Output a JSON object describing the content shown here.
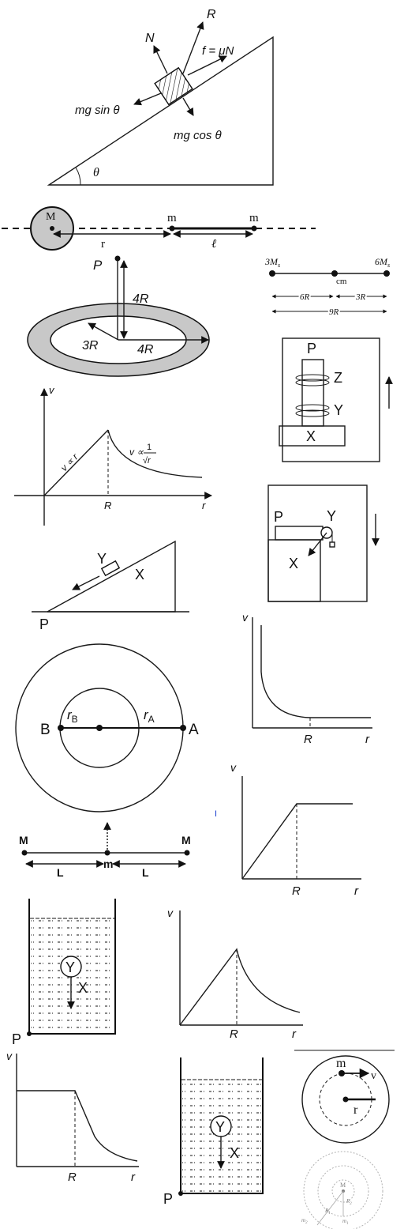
{
  "incline_forces": {
    "force_labels": [
      "R",
      "N",
      "f = μN",
      "mg sin θ",
      "mg cos θ"
    ],
    "angle": "θ"
  },
  "line_masses": {
    "big_mass": "M",
    "small_mass_1": "m",
    "small_mass_2": "m",
    "distance_r": "r",
    "length_l": "ℓ"
  },
  "ring": {
    "point": "P",
    "height": "4R",
    "inner_radius": "3R",
    "outer_radius": "4R"
  },
  "binary_star": {
    "left_mass": "3M",
    "left_sub": "s",
    "right_mass": "6M",
    "right_sub": "s",
    "center": "cm",
    "d1": "6R",
    "d2": "3R",
    "total": "9R"
  },
  "spring_box": {
    "p": "P",
    "z": "Z",
    "y": "Y",
    "x": "X"
  },
  "rotation_curve_1": {
    "v": "v",
    "r": "r",
    "R": "R",
    "rising": "v ∝ r",
    "falling_prefix": "v ∝",
    "falling_num": "1",
    "falling_den": "√r"
  },
  "pulley_box": {
    "p": "P",
    "y": "Y",
    "x": "X"
  },
  "incline_block": {
    "y": "Y",
    "x": "X",
    "p": "P"
  },
  "circles": {
    "b": "B",
    "a": "A",
    "rb_main": "r",
    "rb_sub": "B",
    "ra_main": "r",
    "ra_sub": "A"
  },
  "curve_decay": {
    "v": "v",
    "R": "R",
    "r": "r"
  },
  "curve_flat": {
    "v": "v",
    "R": "R",
    "r": "r",
    "mark": "I"
  },
  "two_masses": {
    "m_left": "M",
    "m_right": "M",
    "m_mid": "m",
    "l1": "L",
    "l2": "L"
  },
  "beaker_1": {
    "y": "Y",
    "x": "X",
    "p": "P"
  },
  "curve_peak": {
    "v": "v",
    "R": "R",
    "r": "r"
  },
  "curve_drop": {
    "v": "v",
    "R": "R",
    "r": "r"
  },
  "beaker_2": {
    "y": "Y",
    "x": "X",
    "p": "P"
  },
  "orbit": {
    "m": "m",
    "v": "v",
    "r": "r"
  },
  "rings_small": {
    "M": "M",
    "R2": "R",
    "R2_sub": "2",
    "R1": "R",
    "R1_sub": "1",
    "m2": "m",
    "m2_sub": "2",
    "m1": "m",
    "m1_sub": "1"
  }
}
